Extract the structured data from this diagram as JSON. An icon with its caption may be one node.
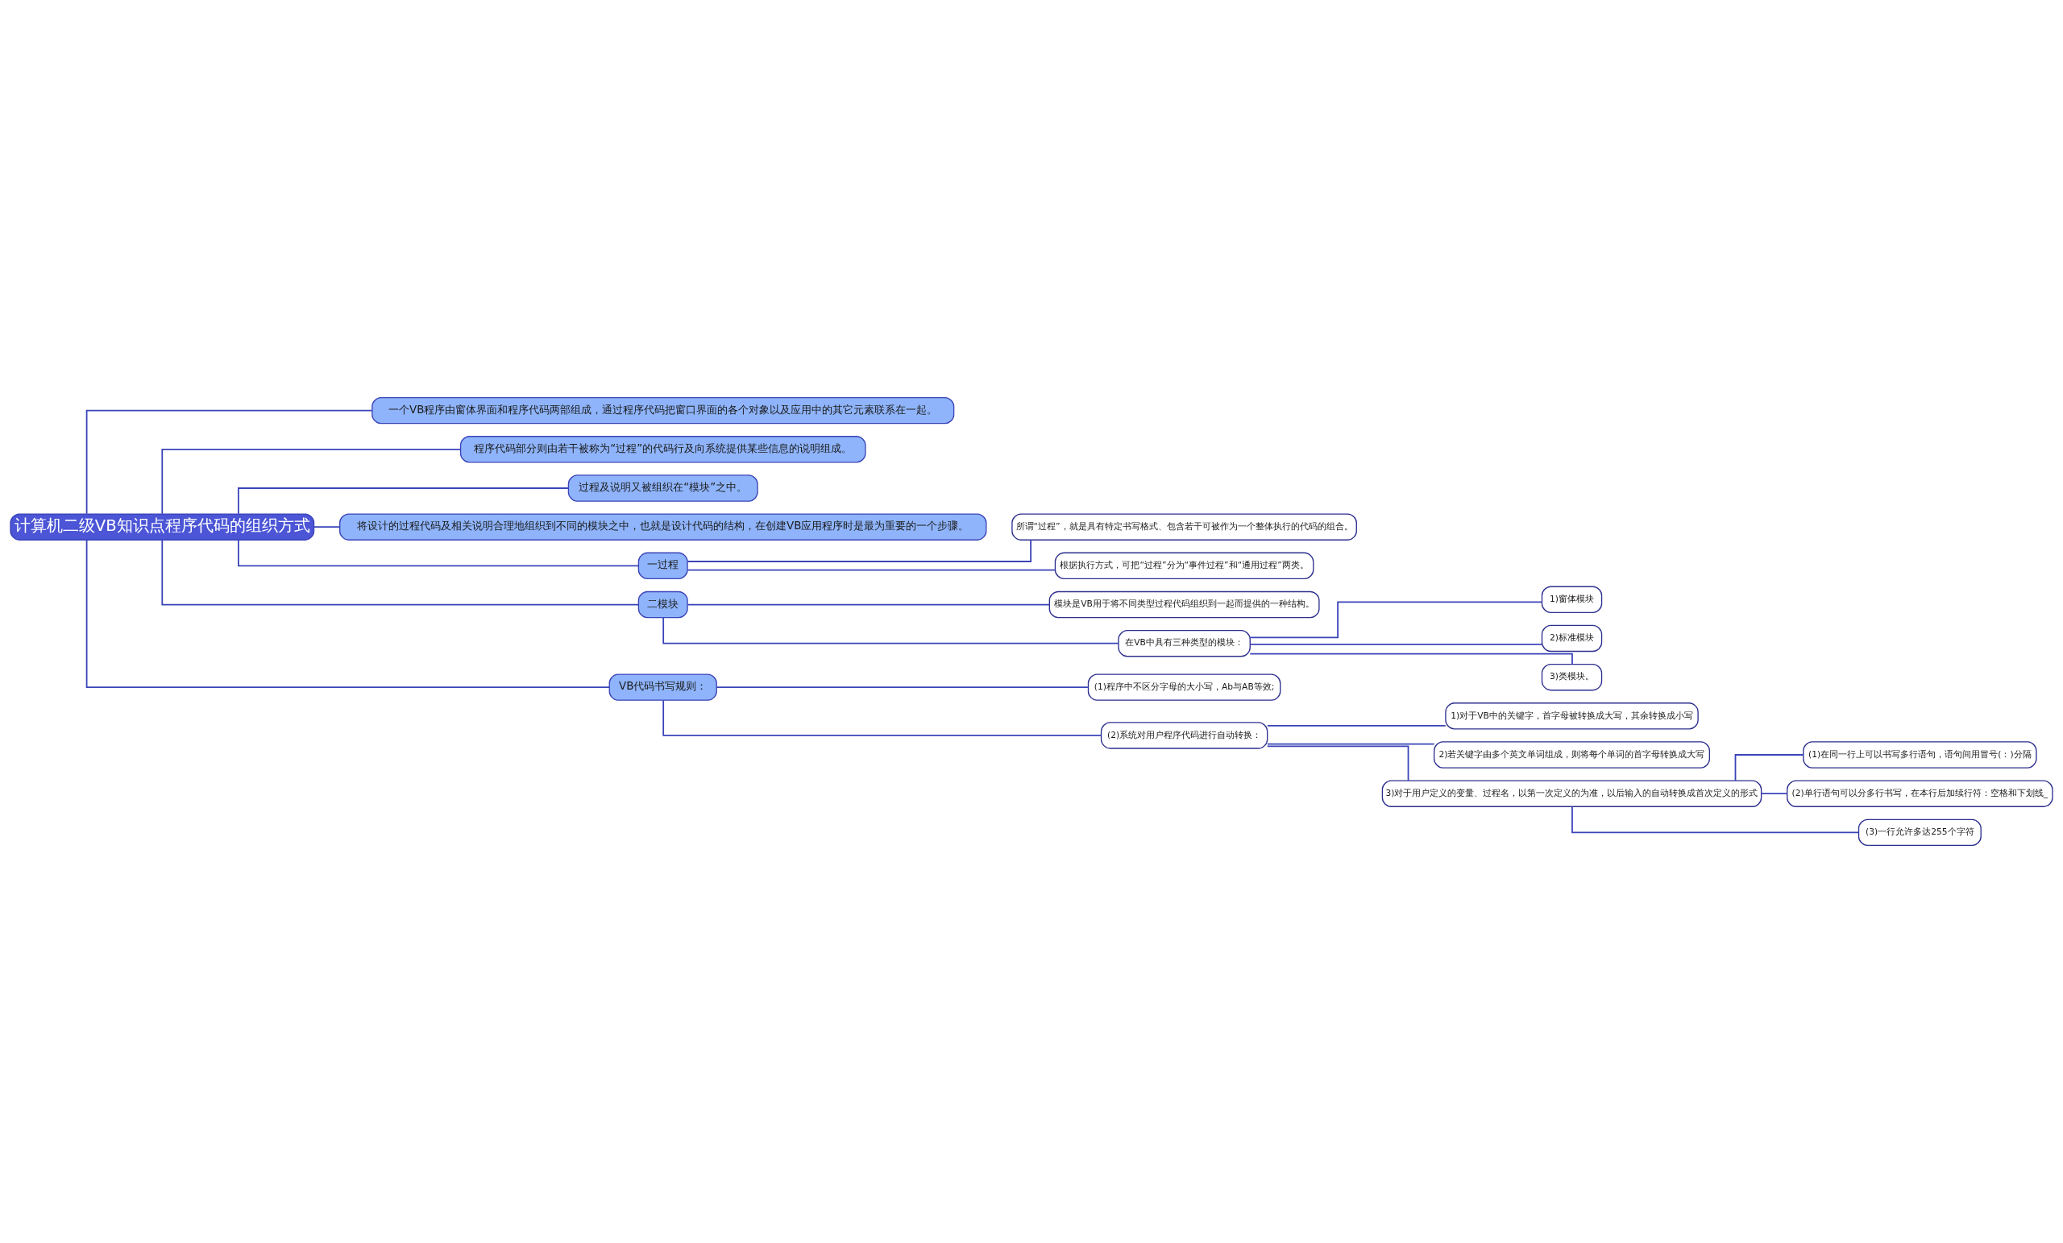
{
  "diagram": {
    "nodes": [
      {
        "text": [
          "计算机二级VB知识点程序代码的组织方式"
        ]
      },
      {
        "text": [
          "一个VB程序由窗体界面和程序代码两部组成，通过程序代码把窗口界面的各个对象以及应用中的其它元素联系在一起。"
        ]
      },
      {
        "text": [
          "程序代码部分则由若干被称为“过程”的代码行及向系统提供某些信息的说明组成。"
        ]
      },
      {
        "text": [
          "过程及说明又被组织在“模块”之中。"
        ]
      },
      {
        "text": [
          "将设计的过程代码及相关说明合理地组织到不同的模块之中，也就是设计代码的结构，在创建VB应用程序时是最为重要的一个步骤。"
        ]
      },
      {
        "text": [
          "一过程"
        ]
      },
      {
        "text": [
          "所谓“过程”，就是具有特定书写格式、包含若干可被作为一个整体执行的代码的组合。"
        ]
      },
      {
        "text": [
          "根据执行方式，可把“过程”分为“事件过程”和“通用过程”两类。"
        ]
      },
      {
        "text": [
          "二模块"
        ]
      },
      {
        "text": [
          "模块是VB用于将不同类型过程代码组织到一起而提供的一种结构。"
        ]
      },
      {
        "text": [
          "在VB中具有三种类型的模块："
        ]
      },
      {
        "text": [
          "1)窗体模块"
        ]
      },
      {
        "text": [
          "2)标准模块"
        ]
      },
      {
        "text": [
          "3)类模块。"
        ]
      },
      {
        "text": [
          "VB代码书写规则："
        ]
      },
      {
        "text": [
          "(1)程序中不区分字母的大小写，Ab与AB等效;"
        ]
      },
      {
        "text": [
          "(2)系统对用户程序代码进行自动转换："
        ]
      },
      {
        "text": [
          "1)对于VB中的关键字，首字母被转换成大写，其余转换成小写"
        ]
      },
      {
        "text": [
          "2)若关键字由多个英文单词组成，则将每个单词的首字母转换成大写"
        ]
      },
      {
        "text": [
          "3)对于用户定义的变量、过程名，以第一次定义的为准，以后输入的自动转换成首次定义的形式"
        ]
      },
      {
        "text": [
          "(1)在同一行上可以书写多行语句，语句间用冒号(：)分隔"
        ]
      },
      {
        "text": [
          "(2)单行语句可以分多行书写，在本行后加续行符：空格和下划线_"
        ]
      },
      {
        "text": [
          "(3)一行允许多达255个字符"
        ]
      }
    ],
    "edges": [
      {
        "from": 0,
        "to": 1,
        "arrow": "none"
      },
      {
        "from": 0,
        "to": 2,
        "arrow": "none"
      },
      {
        "from": 0,
        "to": 3,
        "arrow": "none"
      },
      {
        "from": 0,
        "to": 4,
        "arrow": "none"
      },
      {
        "from": 0,
        "to": 5,
        "arrow": "none"
      },
      {
        "from": 5,
        "to": 6,
        "arrow": "none"
      },
      {
        "from": 5,
        "to": 7,
        "arrow": "none"
      },
      {
        "from": 0,
        "to": 8,
        "arrow": "none"
      },
      {
        "from": 8,
        "to": 9,
        "arrow": "none"
      },
      {
        "from": 8,
        "to": 10,
        "arrow": "none"
      },
      {
        "from": 10,
        "to": 11,
        "arrow": "none"
      },
      {
        "from": 10,
        "to": 12,
        "arrow": "none"
      },
      {
        "from": 10,
        "to": 13,
        "arrow": "none"
      },
      {
        "from": 0,
        "to": 14,
        "arrow": "none"
      },
      {
        "from": 14,
        "to": 15,
        "arrow": "none"
      },
      {
        "from": 14,
        "to": 16,
        "arrow": "none"
      },
      {
        "from": 16,
        "to": 17,
        "arrow": "none"
      },
      {
        "from": 16,
        "to": 18,
        "arrow": "none"
      },
      {
        "from": 16,
        "to": 19,
        "arrow": "none"
      },
      {
        "from": 19,
        "to": 20,
        "arrow": "none"
      },
      {
        "from": 19,
        "to": 21,
        "arrow": "none"
      },
      {
        "from": 19,
        "to": 22,
        "arrow": "none"
      }
    ]
  }
}
